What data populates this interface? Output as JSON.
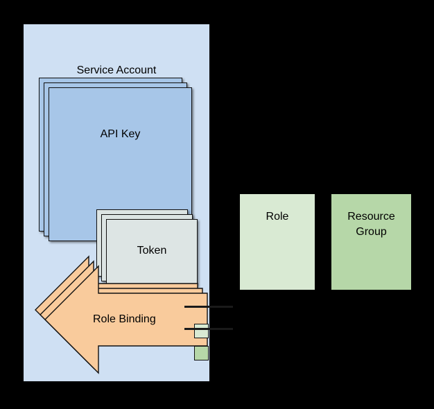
{
  "diagram": {
    "type": "entity-relationship",
    "background_color": "#000000",
    "service_account": {
      "label": "Service Account",
      "fill": "#cfe0f3",
      "api_key": {
        "label": "API Key",
        "fill": "#a7c6e8",
        "stack_count": 3,
        "token": {
          "label": "Token",
          "fill": "#dde5e4",
          "stack_count": 3
        }
      },
      "role_binding": {
        "label": "Role Binding",
        "fill": "#f9cb9c",
        "shape": "left-pointing-arrow",
        "stack_count": 3,
        "ports": [
          {
            "name": "role-port",
            "fill": "#d9ead3"
          },
          {
            "name": "resource-group-port",
            "fill": "#b6d7a8"
          }
        ]
      }
    },
    "targets": [
      {
        "name": "role",
        "label": "Role",
        "fill": "#d9ead3"
      },
      {
        "name": "resource-group",
        "label": "Resource\nGroup",
        "fill": "#b6d7a8"
      }
    ],
    "connectors": [
      {
        "from": "role-binding",
        "to": "role"
      },
      {
        "from": "role-binding",
        "to": "resource-group"
      }
    ]
  }
}
